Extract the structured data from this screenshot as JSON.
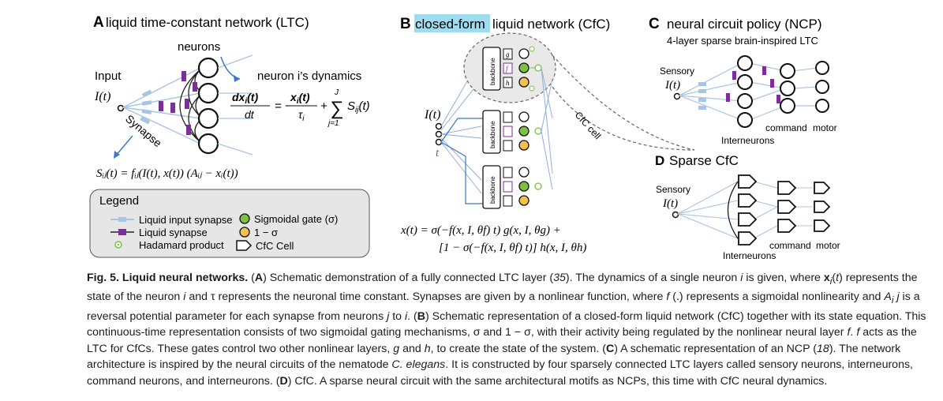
{
  "panel_a": {
    "letter": "A",
    "title": "liquid time-constant network (LTC)",
    "neurons_label": "neurons",
    "input_label": "Input",
    "input_symbol": "I(t)",
    "synapse_label": "Synapse",
    "dynamics_label": "neuron i’s dynamics",
    "synapse_equation": "Sᵢⱼ(t) = fᵢⱼ(I(t), x(t)) (Aᵢⱼ − xᵢ(t))"
  },
  "legend": {
    "title": "Legend",
    "items": [
      "Liquid input synapse",
      "Liquid synapse",
      "Hadamard product",
      "Sigmoidal gate (σ)",
      "1 − σ",
      "CfC Cell"
    ]
  },
  "panel_b": {
    "letter": "B",
    "title_highlight": "closed-form",
    "title_rest": "liquid network (CfC)",
    "input_symbol": "I(t)",
    "time_symbol": "t",
    "backbone_label": "backbone",
    "gate_labels": [
      "g",
      "f",
      "h"
    ],
    "cell_label": "CfC cell",
    "equation_line1": "x(t) = σ(−f(x, I, θf) t) g(x, I, θg) +",
    "equation_line2": "[1 − σ(−f(x, I, θf) t)] h(x, I, θh)"
  },
  "panel_c": {
    "letter": "C",
    "title": "neural circuit policy (NCP)",
    "subtitle": "4-layer sparse brain-inspired LTC",
    "sensory_label": "Sensory",
    "input_symbol": "I(t)",
    "command_label": "command",
    "motor_label": "motor",
    "interneurons_label": "Interneurons"
  },
  "panel_d": {
    "letter": "D",
    "title": "Sparse CfC",
    "sensory_label": "Sensory",
    "input_symbol": "I(t)",
    "command_label": "command",
    "motor_label": "motor",
    "interneurons_label": "Interneurons"
  },
  "colors": {
    "highlight": "#9fdcef",
    "input_synapse": "#a9c4e4",
    "liquid_synapse": "#7a2f9a",
    "sigmoid_gate": "#7cc242",
    "one_minus_sigma": "#f2c14e",
    "connection_line": "#8fb0d8",
    "arrow": "#3a78c8"
  }
}
